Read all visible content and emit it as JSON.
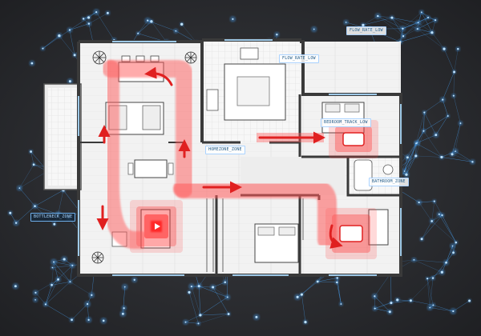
{
  "colors": {
    "background": "#2b2c2f",
    "network": "#49a8ff",
    "path": "#e84a4a",
    "arrow": "#e02020",
    "zone": "#ff4040",
    "wall": "#3a3a3a",
    "floor": "#f4f4f4"
  },
  "labels": {
    "top_right": "FLOW_RATE_LOW",
    "kitchen": "FLOW_RATE_LOW",
    "living": "HOMEZONE_ZONE",
    "bedroom_small": "BEDROOM_TRACK_LOW",
    "bath": "BATHROOM_ZONE",
    "balcony": "BOTTLENECK_ZONE"
  },
  "icons": [
    "network-overlay",
    "floor-plan",
    "flow-path",
    "direction-arrow",
    "heat-zone",
    "plant-icon",
    "bed-icon",
    "table-icon",
    "sofa-icon",
    "stove-icon",
    "tv-icon",
    "toilet-icon",
    "bathtub-icon"
  ]
}
